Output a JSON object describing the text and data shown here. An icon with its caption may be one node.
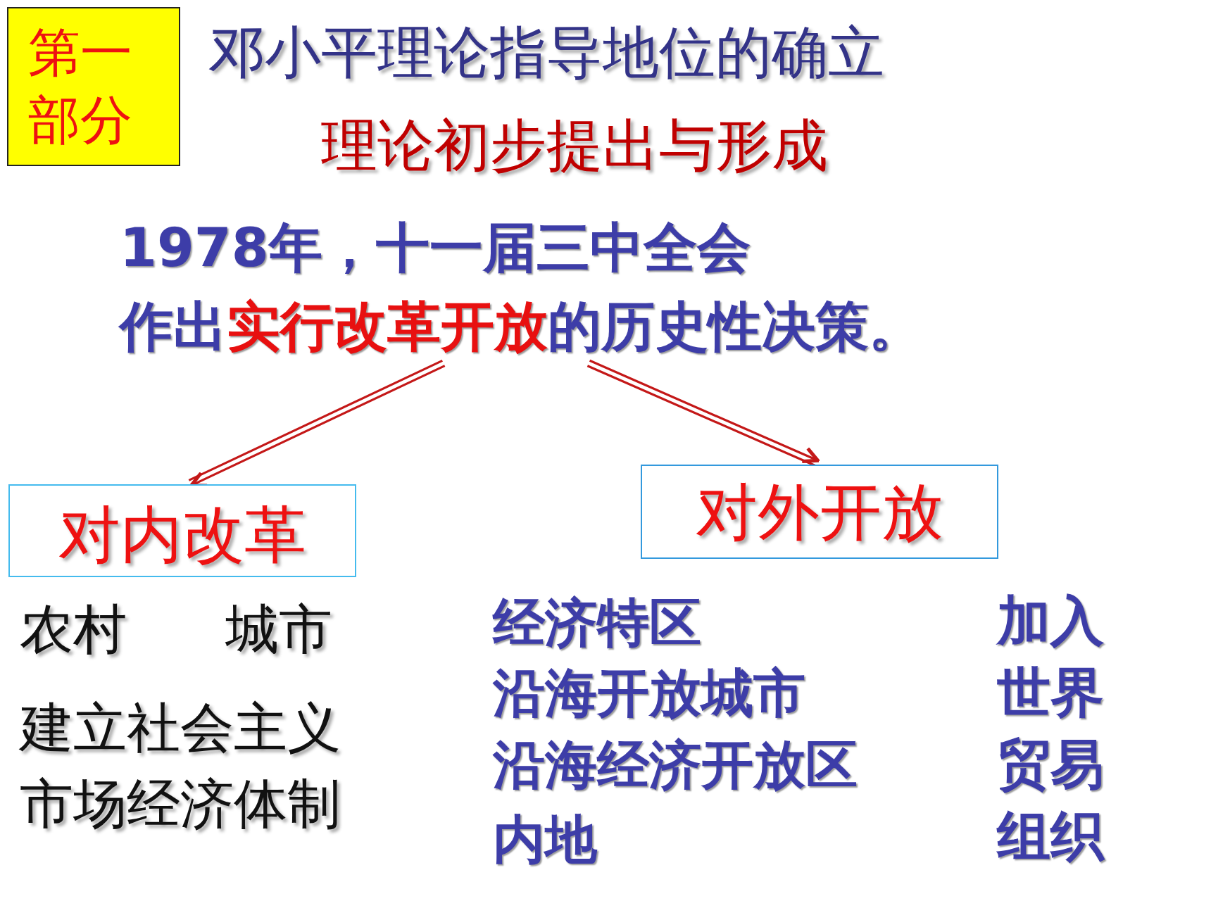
{
  "diagram": {
    "title": "邓小平理论指导地位的确立",
    "nodes": [
      {
        "text": [
          "第一部分"
        ]
      },
      {
        "text": [
          "1978年，十一届三中全会",
          "作出**实行改革开放**的历史性决策。"
        ]
      },
      {
        "text": [
          "对内改革"
        ]
      },
      {
        "text": [
          "对外开放"
        ]
      }
    ],
    "edges": [
      {
        "from": 1,
        "to": 2,
        "arrow": "to"
      },
      {
        "from": 1,
        "to": 3,
        "arrow": "to"
      }
    ],
    "labels": [
      "理论初步提出与形成",
      "农村",
      "城市",
      "建立社会主义市场经济体制",
      "经济特区",
      "沿海开放城市",
      "沿海经济开放区",
      "内地",
      "加入世界贸易组织"
    ]
  }
}
